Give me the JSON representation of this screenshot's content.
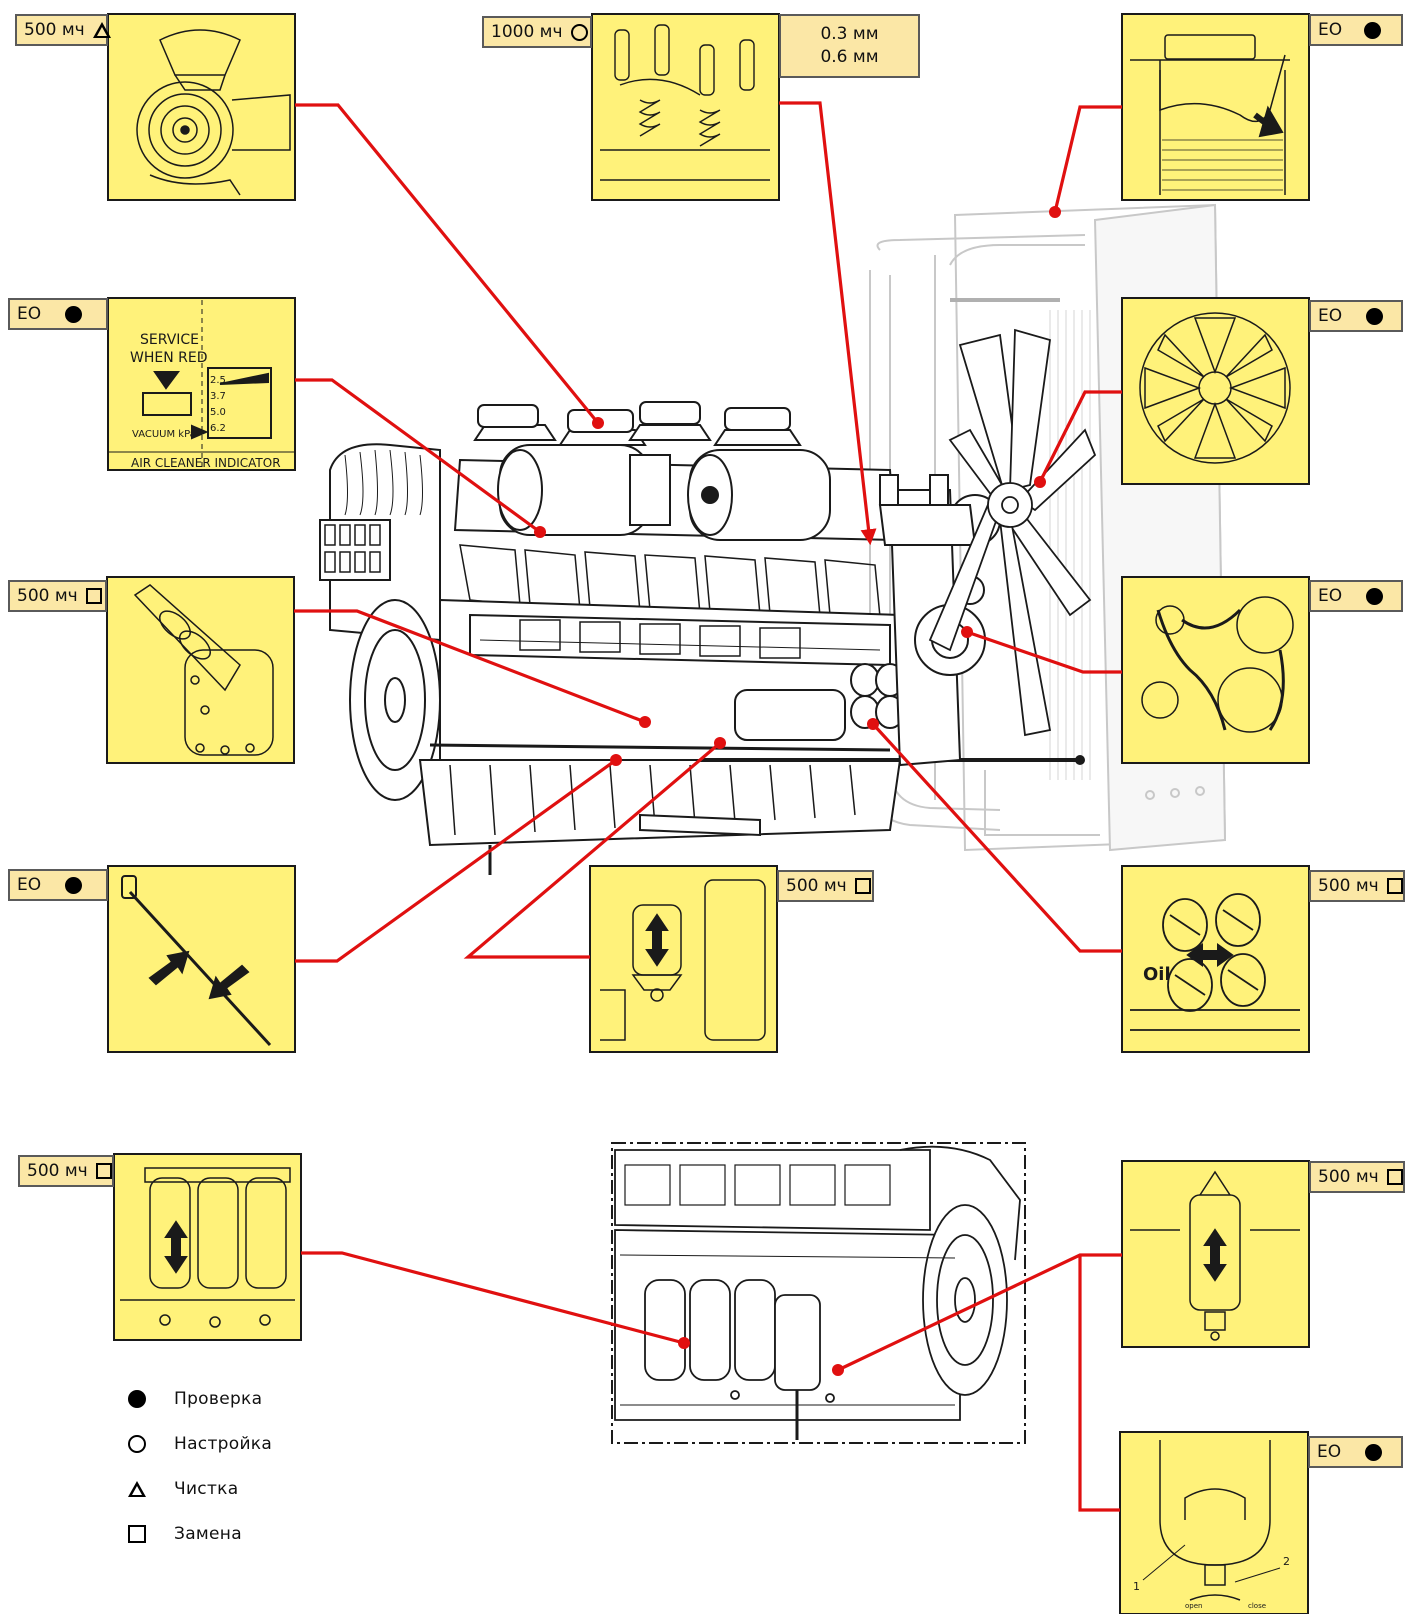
{
  "labels": {
    "air_filter": "500 мч",
    "valve": "1000 мч",
    "coolant": "ЕО",
    "indicator": "ЕО",
    "fan": "ЕО",
    "breather": "500 мч",
    "belt": "ЕО",
    "dipstick": "ЕО",
    "fuel_filter": "500 мч",
    "oil_filter": "500 мч",
    "fuel_filters_bottom": "500 мч",
    "separator": "500 мч",
    "drain": "ЕО"
  },
  "clearance": {
    "line1": "0.3 мм",
    "line2": "0.6 мм"
  },
  "indicator_panel": {
    "service": "SERVICE",
    "when_red": "WHEN  RED",
    "vacuum": "VACUUM kPa",
    "air_cleaner": "AIR CLEANER INDICATOR",
    "scale": [
      "2.5",
      "3.7",
      "5.0",
      "6.2"
    ]
  },
  "oil_panel": {
    "oil": "Oil"
  },
  "drain_panel": {
    "n1": "1",
    "n2": "2",
    "open": "open",
    "close": "close"
  },
  "legend": [
    {
      "symbol": "filled-circle-icon",
      "text": "Проверка"
    },
    {
      "symbol": "open-circle-icon",
      "text": "Настройка"
    },
    {
      "symbol": "triangle-icon",
      "text": "Чистка"
    },
    {
      "symbol": "square-icon",
      "text": "Замена"
    }
  ],
  "colors": {
    "panel_fill": "#fff27a",
    "label_fill": "#fbe7a6",
    "leader_line": "#e01010",
    "engine_line": "#1a1a1a"
  }
}
